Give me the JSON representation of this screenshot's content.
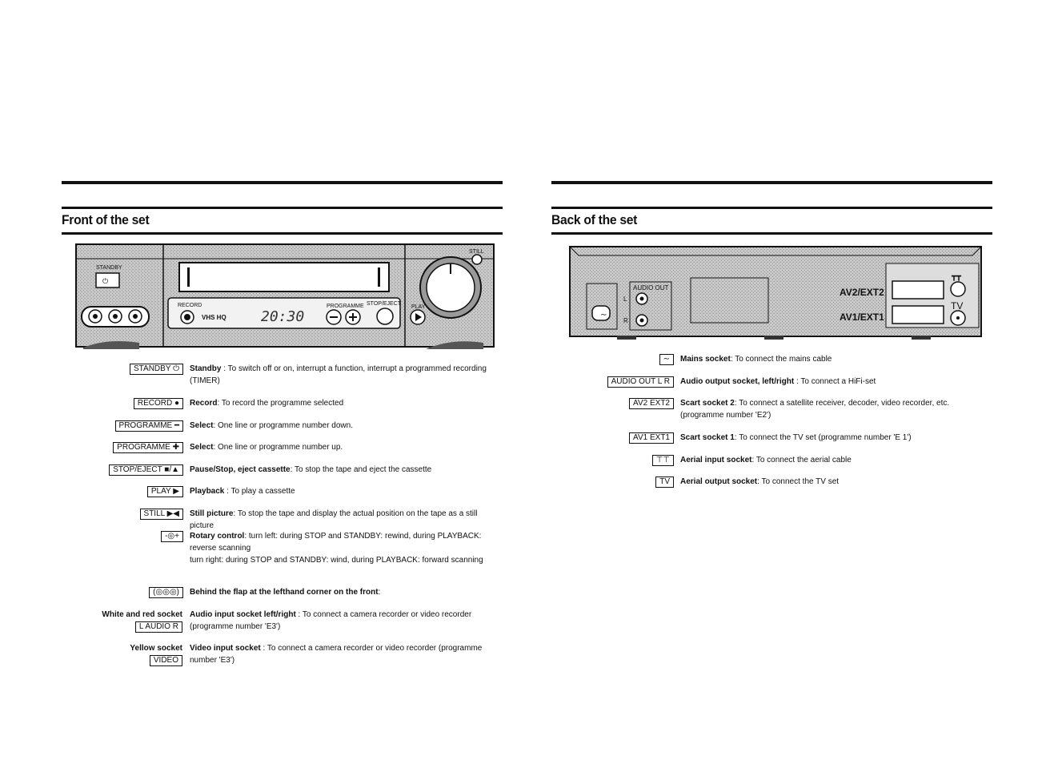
{
  "front": {
    "title": "Front of the set",
    "panel": {
      "standby": "STANDBY",
      "record": "RECORD",
      "vhs": "VHS HQ",
      "clock": "20:30",
      "programme": "PROGRAMME",
      "stop_eject": "STOP/EJECT",
      "play": "PLAY",
      "still": "STILL"
    },
    "items": [
      {
        "key": "STANDBY ⏻",
        "term": "Standby",
        "text": " : To switch off or on, interrupt a function, interrupt a programmed recording (TIMER)"
      },
      {
        "key": "RECORD ●",
        "term": "Record",
        "text": ": To record the programme selected"
      },
      {
        "key": "PROGRAMME ━",
        "term": "Select",
        "text": ": One line or programme number down."
      },
      {
        "key": "PROGRAMME ✚",
        "term": "Select",
        "text": ": One line or programme number up."
      },
      {
        "key": "STOP/EJECT ■/▲",
        "term": "Pause/Stop, eject cassette",
        "text": ": To stop the tape and eject the cassette"
      },
      {
        "key": "PLAY ▶",
        "term": "Playback",
        "text": " : To play a cassette"
      },
      {
        "key": "STILL ▶◀",
        "term": "Still picture",
        "text": ": To stop the tape and display the actual position on the tape as a still picture"
      },
      {
        "key": "-◎+",
        "term": "Rotary control",
        "text": ": turn left: during STOP and STANDBY: rewind, during PLAYBACK: reverse scanning",
        "text2": "turn right: during STOP and STANDBY: wind, during PLAYBACK: forward scanning"
      },
      {
        "key": "(◎◎◎)",
        "term": "Behind the flap at the lefthand corner on the front",
        "text": ":"
      }
    ],
    "white_red": {
      "label": "White and red socket",
      "key": "L AUDIO R",
      "term": "Audio input socket left/right",
      "text": " : To connect a camera recorder or video recorder (programme number 'E3')"
    },
    "yellow": {
      "label": "Yellow socket",
      "key": "VIDEO",
      "term": "Video input socket",
      "text": " : To connect a camera recorder or video recorder (programme number 'E3')"
    }
  },
  "back": {
    "title": "Back of the set",
    "panel": {
      "audio_out": "AUDIO OUT",
      "l": "L",
      "r": "R",
      "av2": "AV2/EXT2",
      "av1": "AV1/EXT1",
      "tv": "TV"
    },
    "items": [
      {
        "key": "∼",
        "term": "Mains socket",
        "text": ": To connect the mains cable"
      },
      {
        "key": "AUDIO OUT L R",
        "term": "Audio output socket, left/right",
        "text": " : To connect a HiFi-set"
      },
      {
        "key": "AV2 EXT2",
        "term": "Scart socket 2",
        "text": ": To connect a satellite receiver, decoder, video recorder, etc. (programme number 'E2')"
      },
      {
        "key": "AV1 EXT1",
        "term": "Scart socket 1",
        "text": ": To connect the TV set (programme number 'E 1')"
      },
      {
        "key": "⊤⊤",
        "term": "Aerial input socket",
        "text": ": To connect the aerial cable"
      },
      {
        "key": "TV",
        "term": "Aerial output socket",
        "text": ": To connect the TV set"
      }
    ]
  }
}
